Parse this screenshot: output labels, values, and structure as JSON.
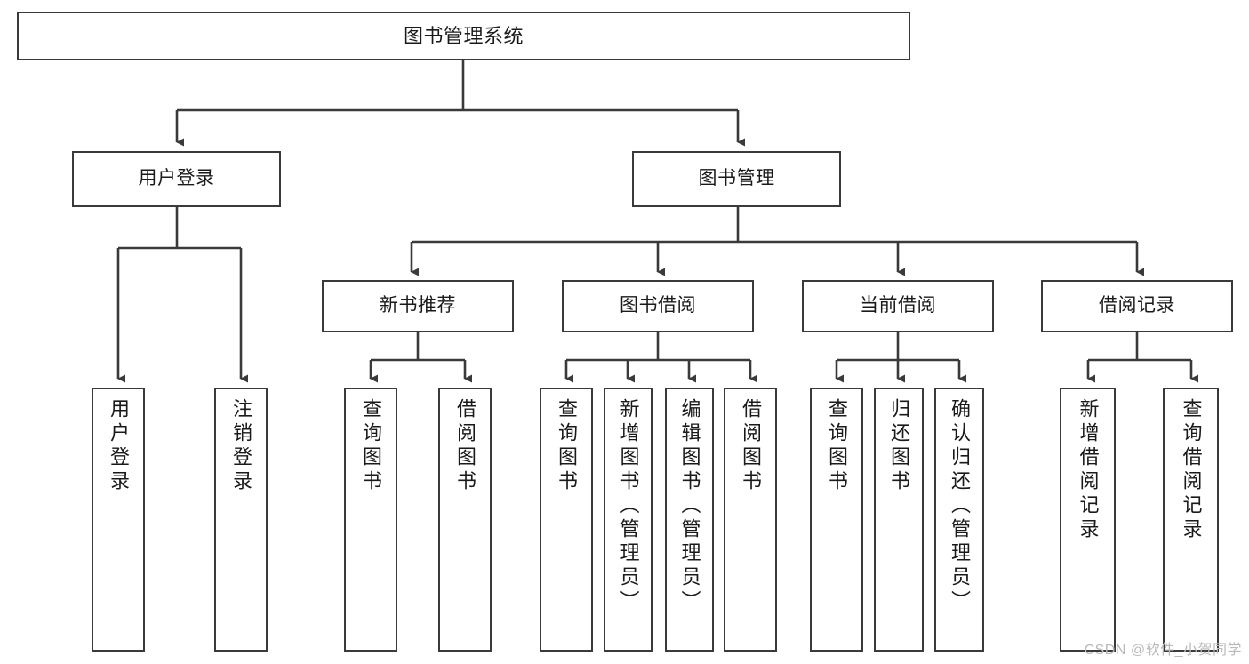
{
  "diagram": {
    "title": "图书管理系统",
    "watermark": "CSDN @软件_小贺同学",
    "line_color": "#3a3a3a",
    "box_fill": "#ffffff",
    "text_color": "#1a1a1a",
    "watermark_color": "#b9b9b9",
    "root": {
      "label": "图书管理系统",
      "level": 1
    },
    "level2": [
      {
        "label": "用户登录"
      },
      {
        "label": "图书管理"
      }
    ],
    "level3": [
      {
        "label": "新书推荐"
      },
      {
        "label": "图书借阅"
      },
      {
        "label": "当前借阅"
      },
      {
        "label": "借阅记录"
      }
    ],
    "leaves": {
      "user_login": [
        {
          "label": "用户登录"
        },
        {
          "label": "注销登录"
        }
      ],
      "new_book_recommend": [
        {
          "label": "查询图书"
        },
        {
          "label": "借阅图书"
        }
      ],
      "book_borrow": [
        {
          "label": "查询图书"
        },
        {
          "label": "新增图书（管理员）"
        },
        {
          "label": "编辑图书（管理员）"
        },
        {
          "label": "借阅图书"
        }
      ],
      "current_borrow": [
        {
          "label": "查询图书"
        },
        {
          "label": "归还图书"
        },
        {
          "label": "确认归还（管理员）"
        }
      ],
      "borrow_records": [
        {
          "label": "新增借阅记录"
        },
        {
          "label": "查询借阅记录"
        }
      ]
    }
  }
}
